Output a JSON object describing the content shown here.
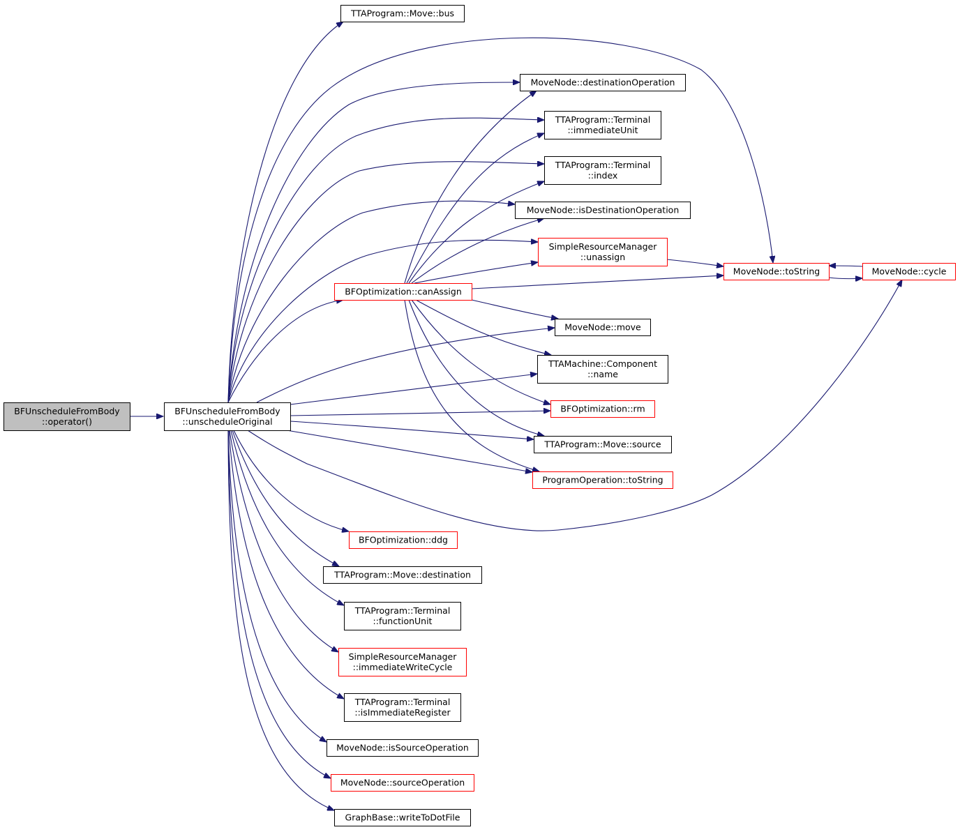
{
  "colors": {
    "edge": "#191970",
    "border_default": "#000000",
    "border_truncated": "#ff0000",
    "root_fill": "#bfbfbf",
    "node_fill": "#ffffff"
  },
  "nodes": [
    {
      "id": "root",
      "lines": [
        "BFUnscheduleFromBody",
        "::operator()"
      ],
      "style": "root"
    },
    {
      "id": "uo",
      "lines": [
        "BFUnscheduleFromBody",
        "::unscheduleOriginal"
      ],
      "style": "normal"
    },
    {
      "id": "bus",
      "lines": [
        "TTAProgram::Move::bus"
      ],
      "style": "normal"
    },
    {
      "id": "destop",
      "lines": [
        "MoveNode::destinationOperation"
      ],
      "style": "normal"
    },
    {
      "id": "immunit",
      "lines": [
        "TTAProgram::Terminal",
        "::immediateUnit"
      ],
      "style": "normal"
    },
    {
      "id": "index",
      "lines": [
        "TTAProgram::Terminal",
        "::index"
      ],
      "style": "normal"
    },
    {
      "id": "isdest",
      "lines": [
        "MoveNode::isDestinationOperation"
      ],
      "style": "normal"
    },
    {
      "id": "unassign",
      "lines": [
        "SimpleResourceManager",
        "::unassign"
      ],
      "style": "truncated"
    },
    {
      "id": "tostring",
      "lines": [
        "MoveNode::toString"
      ],
      "style": "truncated"
    },
    {
      "id": "cycle",
      "lines": [
        "MoveNode::cycle"
      ],
      "style": "truncated"
    },
    {
      "id": "canassign",
      "lines": [
        "BFOptimization::canAssign"
      ],
      "style": "truncated"
    },
    {
      "id": "move",
      "lines": [
        "MoveNode::move"
      ],
      "style": "normal"
    },
    {
      "id": "compname",
      "lines": [
        "TTAMachine::Component",
        "::name"
      ],
      "style": "normal"
    },
    {
      "id": "rm",
      "lines": [
        "BFOptimization::rm"
      ],
      "style": "truncated"
    },
    {
      "id": "source",
      "lines": [
        "TTAProgram::Move::source"
      ],
      "style": "normal"
    },
    {
      "id": "potostring",
      "lines": [
        "ProgramOperation::toString"
      ],
      "style": "truncated"
    },
    {
      "id": "ddg",
      "lines": [
        "BFOptimization::ddg"
      ],
      "style": "truncated"
    },
    {
      "id": "destination",
      "lines": [
        "TTAProgram::Move::destination"
      ],
      "style": "normal"
    },
    {
      "id": "funit",
      "lines": [
        "TTAProgram::Terminal",
        "::functionUnit"
      ],
      "style": "normal"
    },
    {
      "id": "iwc",
      "lines": [
        "SimpleResourceManager",
        "::immediateWriteCycle"
      ],
      "style": "truncated"
    },
    {
      "id": "isimmreg",
      "lines": [
        "TTAProgram::Terminal",
        "::isImmediateRegister"
      ],
      "style": "normal"
    },
    {
      "id": "issrcop",
      "lines": [
        "MoveNode::isSourceOperation"
      ],
      "style": "normal"
    },
    {
      "id": "srcop",
      "lines": [
        "MoveNode::sourceOperation"
      ],
      "style": "truncated"
    },
    {
      "id": "dotfile",
      "lines": [
        "GraphBase::writeToDotFile"
      ],
      "style": "normal"
    }
  ],
  "edges": [
    {
      "from": "root",
      "to": "uo"
    },
    {
      "from": "uo",
      "to": "bus"
    },
    {
      "from": "uo",
      "to": "tostring"
    },
    {
      "from": "uo",
      "to": "destop"
    },
    {
      "from": "uo",
      "to": "immunit"
    },
    {
      "from": "uo",
      "to": "index"
    },
    {
      "from": "uo",
      "to": "isdest"
    },
    {
      "from": "uo",
      "to": "unassign"
    },
    {
      "from": "uo",
      "to": "canassign"
    },
    {
      "from": "uo",
      "to": "move"
    },
    {
      "from": "uo",
      "to": "compname"
    },
    {
      "from": "uo",
      "to": "rm"
    },
    {
      "from": "uo",
      "to": "source"
    },
    {
      "from": "uo",
      "to": "potostring"
    },
    {
      "from": "uo",
      "to": "cycle"
    },
    {
      "from": "uo",
      "to": "ddg"
    },
    {
      "from": "uo",
      "to": "destination"
    },
    {
      "from": "uo",
      "to": "funit"
    },
    {
      "from": "uo",
      "to": "iwc"
    },
    {
      "from": "uo",
      "to": "isimmreg"
    },
    {
      "from": "uo",
      "to": "issrcop"
    },
    {
      "from": "uo",
      "to": "srcop"
    },
    {
      "from": "uo",
      "to": "dotfile"
    },
    {
      "from": "canassign",
      "to": "destop"
    },
    {
      "from": "canassign",
      "to": "immunit"
    },
    {
      "from": "canassign",
      "to": "index"
    },
    {
      "from": "canassign",
      "to": "isdest"
    },
    {
      "from": "canassign",
      "to": "unassign"
    },
    {
      "from": "canassign",
      "to": "tostring"
    },
    {
      "from": "canassign",
      "to": "move"
    },
    {
      "from": "canassign",
      "to": "compname"
    },
    {
      "from": "canassign",
      "to": "rm"
    },
    {
      "from": "canassign",
      "to": "source"
    },
    {
      "from": "canassign",
      "to": "potostring"
    },
    {
      "from": "unassign",
      "to": "tostring"
    },
    {
      "from": "tostring",
      "to": "cycle"
    },
    {
      "from": "cycle",
      "to": "tostring"
    }
  ]
}
